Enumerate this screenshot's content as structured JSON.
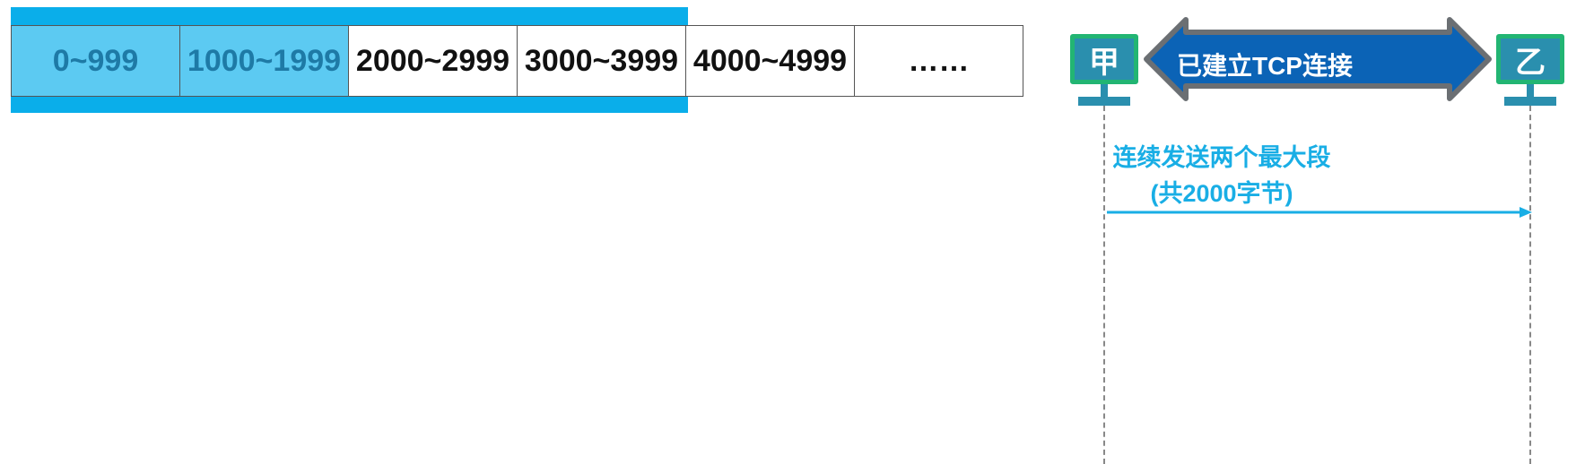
{
  "sequence": {
    "cells": [
      {
        "label": "0~999",
        "state": "sent"
      },
      {
        "label": "1000~1999",
        "state": "sent"
      },
      {
        "label": "2000~2999",
        "state": "unsent"
      },
      {
        "label": "3000~3999",
        "state": "unsent"
      },
      {
        "label": "4000~4999",
        "state": "unsent"
      },
      {
        "label": "……",
        "state": "unsent"
      }
    ],
    "window_color": "#0aaeea",
    "sent_color": "#5ccaf2"
  },
  "hosts": {
    "left": {
      "label": "甲"
    },
    "right": {
      "label": "乙"
    }
  },
  "connection": {
    "label": "已建立TCP连接",
    "color": "#0b63b6"
  },
  "transfer": {
    "line1": "连续发送两个最大段",
    "line2": "(共2000字节)",
    "color": "#19aee5"
  }
}
